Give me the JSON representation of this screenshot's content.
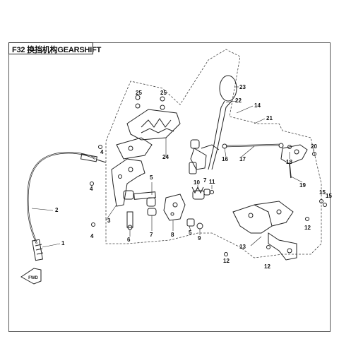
{
  "header": {
    "title": "F32 换挡机构GEARSHIFT"
  },
  "callouts": [
    {
      "id": "c1",
      "label": "1"
    },
    {
      "id": "c2",
      "label": "2"
    },
    {
      "id": "c3",
      "label": "3"
    },
    {
      "id": "c4a",
      "label": "4"
    },
    {
      "id": "c4b",
      "label": "4"
    },
    {
      "id": "c4c",
      "label": "4"
    },
    {
      "id": "c5a",
      "label": "5"
    },
    {
      "id": "c5b",
      "label": "5"
    },
    {
      "id": "c6",
      "label": "6"
    },
    {
      "id": "c7a",
      "label": "7"
    },
    {
      "id": "c7b",
      "label": "7"
    },
    {
      "id": "c8",
      "label": "8"
    },
    {
      "id": "c9",
      "label": "9"
    },
    {
      "id": "c10",
      "label": "10"
    },
    {
      "id": "c11",
      "label": "11"
    },
    {
      "id": "c12a",
      "label": "12"
    },
    {
      "id": "c12b",
      "label": "12"
    },
    {
      "id": "c12c",
      "label": "12"
    },
    {
      "id": "c13",
      "label": "13"
    },
    {
      "id": "c14",
      "label": "14"
    },
    {
      "id": "c15a",
      "label": "15"
    },
    {
      "id": "c15b",
      "label": "15"
    },
    {
      "id": "c16",
      "label": "16"
    },
    {
      "id": "c17",
      "label": "17"
    },
    {
      "id": "c18",
      "label": "18"
    },
    {
      "id": "c19",
      "label": "19"
    },
    {
      "id": "c20",
      "label": "20"
    },
    {
      "id": "c21",
      "label": "21"
    },
    {
      "id": "c22",
      "label": "22"
    },
    {
      "id": "c23",
      "label": "23"
    },
    {
      "id": "c24",
      "label": "24"
    },
    {
      "id": "c25a",
      "label": "25"
    },
    {
      "id": "c25b",
      "label": "25"
    }
  ],
  "direction_badge": {
    "label": "FWD"
  },
  "colors": {
    "line": "#222222",
    "callout": "#111111",
    "dashed": "#444444"
  }
}
